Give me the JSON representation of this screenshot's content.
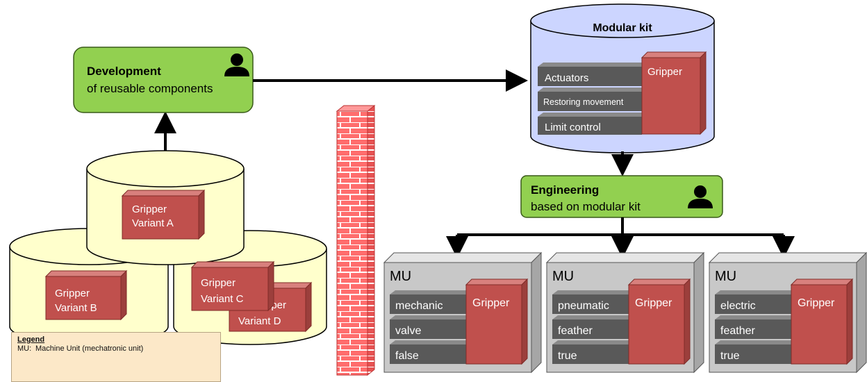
{
  "development": {
    "title": "Development",
    "subtitle": "of reusable components"
  },
  "modular_kit": {
    "title": "Modular kit",
    "gripper": "Gripper",
    "modules": [
      "Actuators",
      "Restoring movement",
      "Limit control"
    ]
  },
  "engineering": {
    "title": "Engineering",
    "subtitle": "based on modular kit"
  },
  "variants": [
    {
      "line1": "Gripper",
      "line2": "Variant A"
    },
    {
      "line1": "Gripper",
      "line2": "Variant B"
    },
    {
      "line1": "Gripper",
      "line2": "Variant C"
    },
    {
      "line1": "Gripper",
      "line2": "Variant D"
    }
  ],
  "machine_units": [
    {
      "label": "MU",
      "gripper": "Gripper",
      "modules": [
        "mechanic",
        "valve",
        "false"
      ]
    },
    {
      "label": "MU",
      "gripper": "Gripper",
      "modules": [
        "pneumatic",
        "feather",
        "true"
      ]
    },
    {
      "label": "MU",
      "gripper": "Gripper",
      "modules": [
        "electric",
        "feather",
        "true"
      ]
    }
  ],
  "legend": {
    "title": "Legend",
    "abbr": "MU:",
    "text": "Machine Unit (mechatronic unit)"
  },
  "colors": {
    "green_box": "#92d050",
    "yellow_cylinder": "#ffffcc",
    "blue_cylinder": "#ccd5ff",
    "red_box": "#c0504d",
    "dark_module": "#595959",
    "gray_box": "#c8c8c8",
    "brick": "#ff6666"
  },
  "icons": [
    "person-icon",
    "brick-wall-icon"
  ]
}
